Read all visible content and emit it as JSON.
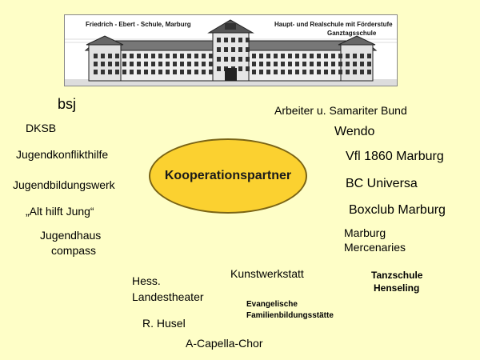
{
  "banner": {
    "left_title": "Friedrich - Ebert - Schule, Marburg",
    "right_title": "Haupt- und Realschule mit Förderstufe",
    "right_subtitle": "Ganztagsschule"
  },
  "hub": {
    "label": "Kooperationspartner"
  },
  "partners": {
    "bsj": "bsj",
    "dksb": "DKSB",
    "jugendkonflikthilfe": "Jugendkonflikthilfe",
    "jugendbildungswerk": "Jugendbildungswerk",
    "alt_hilft_jung": "„Alt hilft Jung“",
    "jugendhaus_1": "Jugendhaus",
    "jugendhaus_2": "compass",
    "hess_1": "Hess.",
    "hess_2": "Landestheater",
    "husel": "R. Husel",
    "acapella": "A-Capella-Chor",
    "kunstwerkstatt": "Kunstwerkstatt",
    "familien_1": "Evangelische",
    "familien_2": "Familienbildungsstätte",
    "tanzschule_1": "Tanzschule",
    "tanzschule_2": "Henseling",
    "asb": "Arbeiter u. Samariter Bund",
    "wendo": "Wendo",
    "vfl": "Vfl 1860 Marburg",
    "bc_universa": "BC Universa",
    "boxclub": "Boxclub Marburg",
    "mercenaries_1": "Marburg",
    "mercenaries_2": "Mercenaries"
  }
}
